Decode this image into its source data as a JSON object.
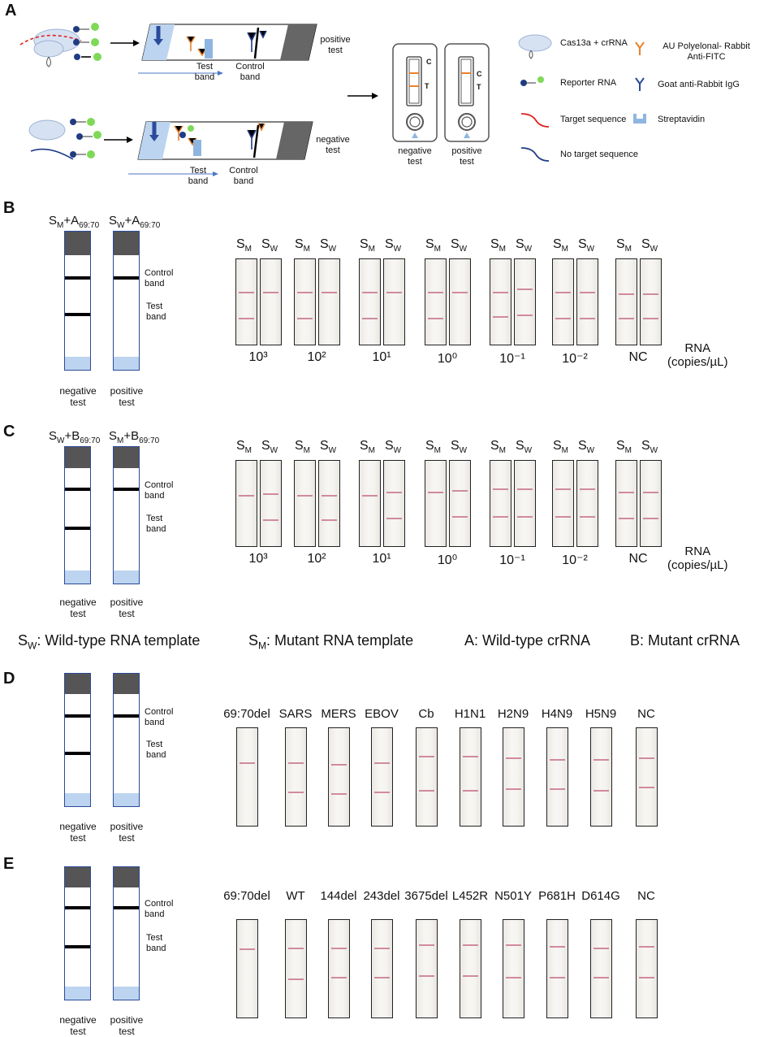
{
  "colors": {
    "strip_border": "#2c4a9a",
    "strip_top": "#555555",
    "strip_pad": "#bcd4ef",
    "band": "#000000",
    "photo_line": "#c9788f",
    "orange": "#e8822e",
    "green": "#7ed957",
    "navy": "#1f3c88",
    "red": "#e02020"
  },
  "panelA": {
    "label": "A",
    "positive_test": "positive\ntest",
    "negative_test": "negative\ntest",
    "test_band": "Test\nband",
    "control_band": "Control\nband",
    "cassette_negative": "negative\ntest",
    "cassette_positive": "positive\ntest",
    "cassette_c": "C",
    "cassette_t": "T",
    "legend": [
      "Cas13a + crRNA",
      "Reporter RNA",
      "Target sequence",
      "No target sequence",
      "AU Polyelonal- Rabbit\nAnti-FITC",
      "Goat anti-Rabbit IgG",
      "Streptavidin"
    ]
  },
  "panelB": {
    "label": "B",
    "col1_header": "S_M+A_69:70",
    "col2_header": "S_W+A_69:70",
    "control_band": "Control\nband",
    "test_band": "Test\nband",
    "col1_caption": "negative\ntest",
    "col2_caption": "positive\ntest",
    "pair_labels": [
      "SM",
      "SW"
    ],
    "concentrations": [
      "10³",
      "10²",
      "10¹",
      "10⁰",
      "10⁻¹",
      "10⁻²",
      "NC"
    ],
    "rna_label": "RNA\n(copies/µL)"
  },
  "panelC": {
    "label": "C",
    "col1_header": "S_W+B_69:70",
    "col2_header": "S_M+B_69:70",
    "control_band": "Control\nband",
    "test_band": "Test\nband",
    "col1_caption": "negative\ntest",
    "col2_caption": "positive\ntest",
    "concentrations": [
      "10³",
      "10²",
      "10¹",
      "10⁰",
      "10⁻¹",
      "10⁻²",
      "NC"
    ],
    "rna_label": "RNA\n(copies/µL)"
  },
  "key": {
    "sw": "Wild-type RNA template",
    "sm": "Mutant RNA template",
    "a": "A: Wild-type crRNA",
    "b": "B: Mutant crRNA"
  },
  "panelD": {
    "label": "D",
    "control_band": "Control\nband",
    "test_band": "Test\nband",
    "col1_caption": "negative\ntest",
    "col2_caption": "positive\ntest",
    "samples": [
      "69:70del",
      "SARS",
      "MERS",
      "EBOV",
      "Cb",
      "H1N1",
      "H2N9",
      "H4N9",
      "H5N9",
      "NC"
    ]
  },
  "panelE": {
    "label": "E",
    "control_band": "Control\nband",
    "test_band": "Test\nband",
    "col1_caption": "negative\ntest",
    "col2_caption": "positive\ntest",
    "samples": [
      "69:70del",
      "WT",
      "144del",
      "243del",
      "3675del",
      "L452R",
      "N501Y",
      "P681H",
      "D614G",
      "NC"
    ]
  }
}
